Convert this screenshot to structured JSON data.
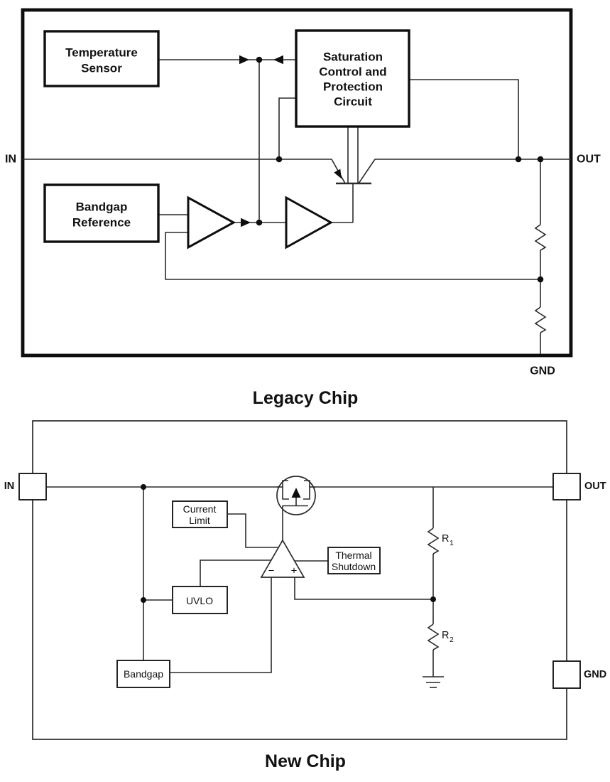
{
  "colors": {
    "line": "#1a1a1a",
    "background": "#ffffff"
  },
  "legacy": {
    "title": "Legacy Chip",
    "pin_in": "IN",
    "pin_out": "OUT",
    "pin_gnd": "GND",
    "temperature_sensor": [
      "Temperature",
      "Sensor"
    ],
    "saturation": [
      "Saturation",
      "Control and",
      "Protection",
      "Circuit"
    ],
    "bandgap": [
      "Bandgap",
      "Reference"
    ]
  },
  "new_chip": {
    "title": "New Chip",
    "pin_in": "IN",
    "pin_out": "OUT",
    "pin_gnd": "GND",
    "current_limit": [
      "Current",
      "Limit"
    ],
    "uvlo": "UVLO",
    "bandgap": "Bandgap",
    "thermal_shutdown": [
      "Thermal",
      "Shutdown"
    ],
    "r1": "R",
    "r1_sub": "1",
    "r2": "R",
    "r2_sub": "2",
    "opamp_minus": "−",
    "opamp_plus": "+"
  }
}
